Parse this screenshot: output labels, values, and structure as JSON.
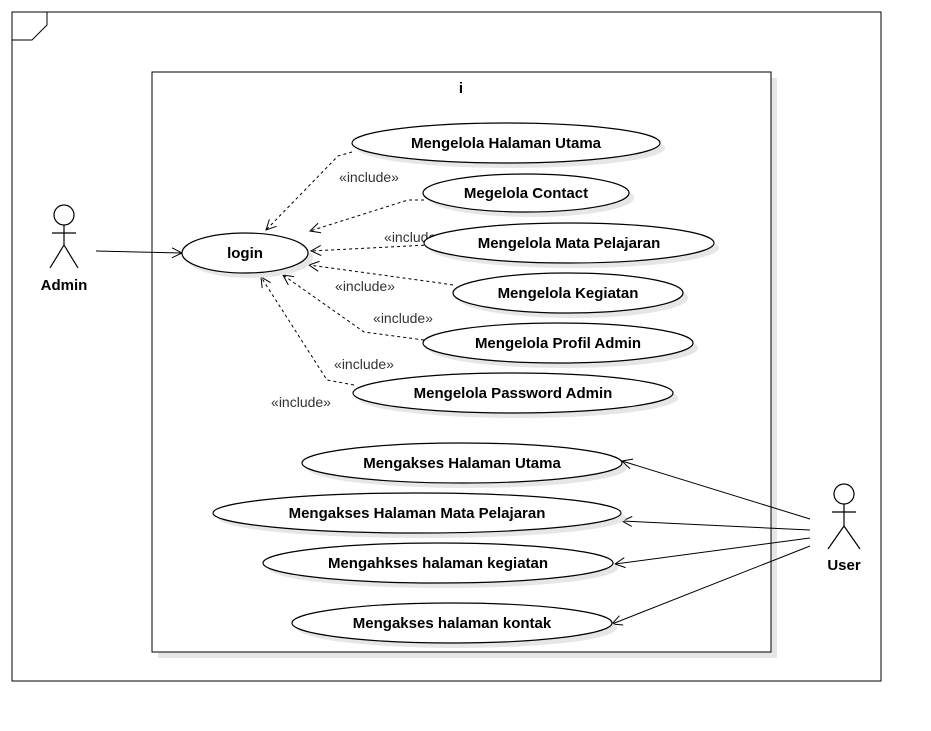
{
  "system_title": "i",
  "actors": {
    "admin": "Admin",
    "user": "User"
  },
  "include_label": "«include»",
  "use_cases": {
    "login": "login",
    "mengelola_halaman_utama": "Mengelola Halaman Utama",
    "megelola_contact": "Megelola Contact",
    "mengelola_mata_pelajaran": "Mengelola Mata Pelajaran",
    "mengelola_kegiatan": "Mengelola Kegiatan",
    "mengelola_profil_admin": "Mengelola Profil Admin",
    "mengelola_password_admin": "Mengelola Password Admin",
    "mengakses_halaman_utama": "Mengakses Halaman Utama",
    "mengakses_halaman_mata_pelajaran": "Mengakses Halaman Mata Pelajaran",
    "mengahkses_halaman_kegiatan": "Mengahkses halaman kegiatan",
    "mengakses_halaman_kontak": "Mengakses halaman kontak"
  }
}
